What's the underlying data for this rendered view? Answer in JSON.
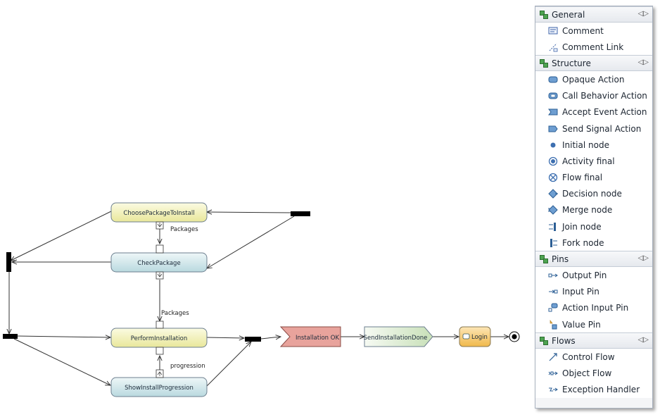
{
  "diagram": {
    "nodes": {
      "choose": "ChoosePackageToInstall",
      "check": "CheckPackage",
      "perform": "PerformInstallation",
      "show": "ShowInstallProgression",
      "installation_ok": "Installation OK",
      "send_done": "SendInstallationDone",
      "login": "Login"
    },
    "edge_labels": {
      "packages_1": "Packages",
      "packages_2": "Packages",
      "progression": "progression"
    },
    "colors": {
      "yellow_action": "#f3f2b4",
      "blue_action": "#cfe6ea",
      "signal": "#e8a39c",
      "send_signal": "#dfeed6",
      "login": "#f6c96b"
    }
  },
  "palette": {
    "sections": [
      {
        "title": "General",
        "items": [
          {
            "label": "Comment",
            "icon": "comment-icon"
          },
          {
            "label": "Comment Link",
            "icon": "comment-link-icon"
          }
        ]
      },
      {
        "title": "Structure",
        "items": [
          {
            "label": "Opaque Action",
            "icon": "opaque-action-icon"
          },
          {
            "label": "Call Behavior Action",
            "icon": "call-behavior-action-icon"
          },
          {
            "label": "Accept Event Action",
            "icon": "accept-event-action-icon"
          },
          {
            "label": "Send Signal Action",
            "icon": "send-signal-action-icon"
          },
          {
            "label": "Initial node",
            "icon": "initial-node-icon"
          },
          {
            "label": "Activity final",
            "icon": "activity-final-icon"
          },
          {
            "label": "Flow final",
            "icon": "flow-final-icon"
          },
          {
            "label": "Decision node",
            "icon": "decision-node-icon"
          },
          {
            "label": "Merge node",
            "icon": "merge-node-icon"
          },
          {
            "label": "Join node",
            "icon": "join-node-icon"
          },
          {
            "label": "Fork node",
            "icon": "fork-node-icon"
          }
        ]
      },
      {
        "title": "Pins",
        "items": [
          {
            "label": "Output Pin",
            "icon": "output-pin-icon"
          },
          {
            "label": "Input Pin",
            "icon": "input-pin-icon"
          },
          {
            "label": "Action Input Pin",
            "icon": "action-input-pin-icon"
          },
          {
            "label": "Value Pin",
            "icon": "value-pin-icon"
          }
        ]
      },
      {
        "title": "Flows",
        "items": [
          {
            "label": "Control Flow",
            "icon": "control-flow-icon"
          },
          {
            "label": "Object Flow",
            "icon": "object-flow-icon"
          },
          {
            "label": "Exception Handler",
            "icon": "exception-handler-icon"
          }
        ]
      }
    ]
  }
}
